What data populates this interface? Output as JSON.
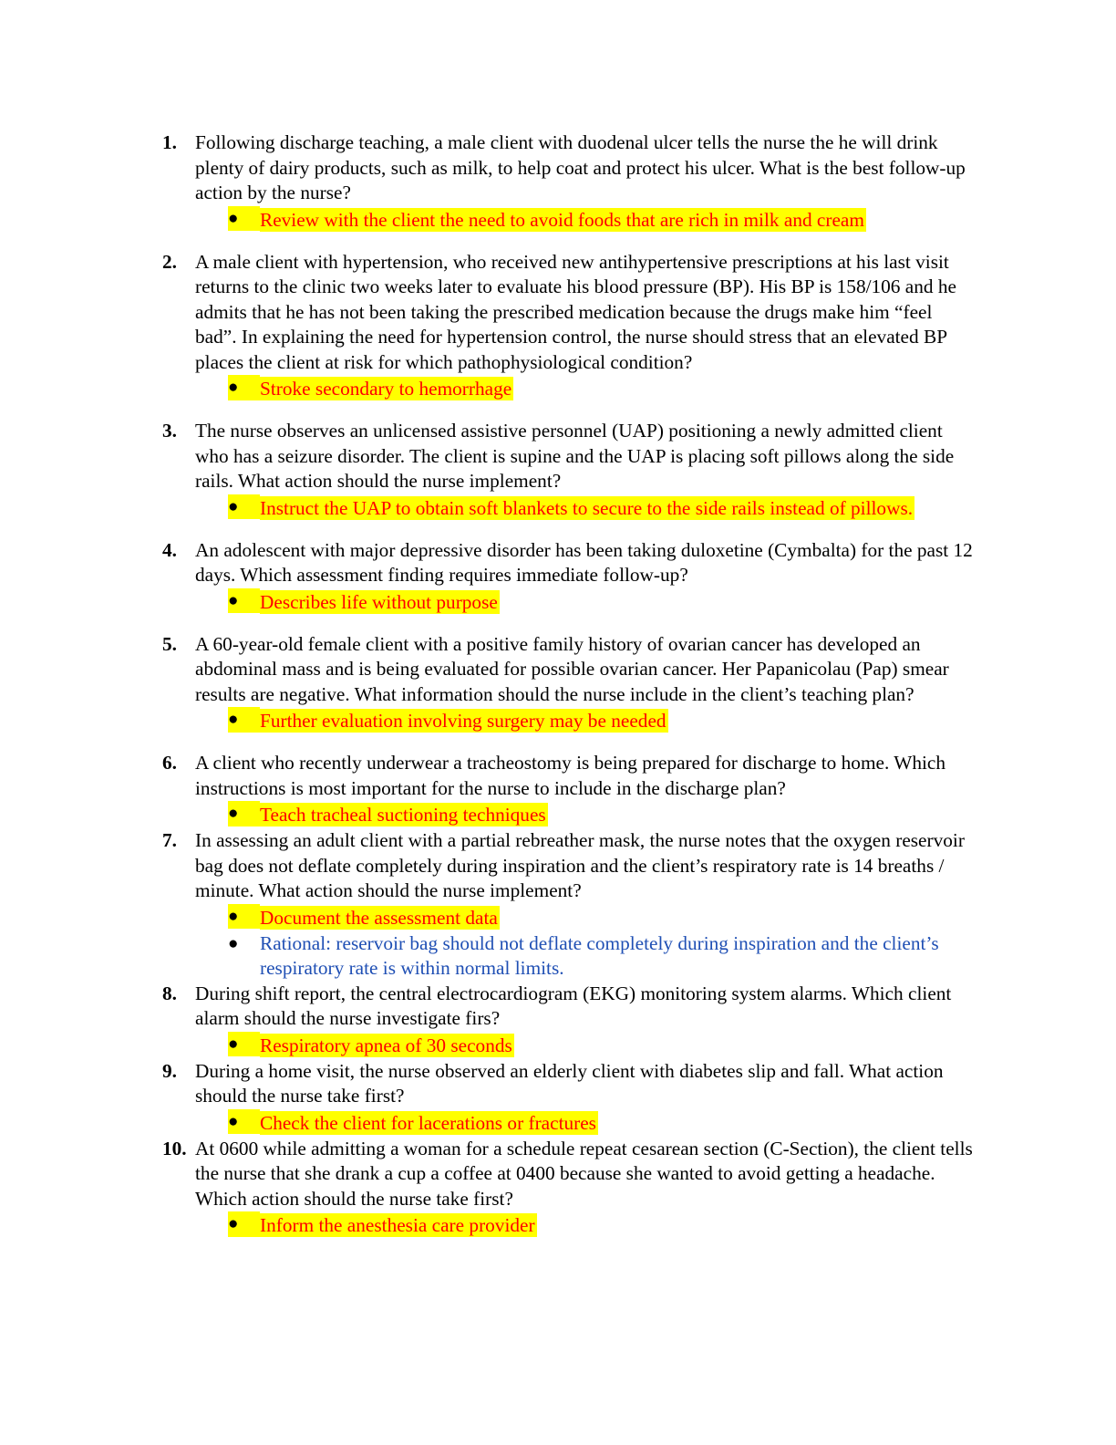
{
  "questions": [
    {
      "number": "1.",
      "text": "Following discharge teaching, a male client with duodenal ulcer tells the nurse the he will drink plenty of dairy products, such as milk, to help coat and protect his ulcer. What is the best follow-up action by the nurse?",
      "answers": [
        {
          "bullet": "●",
          "text": "Review with the client the need to avoid foods that are rich in milk and cream",
          "style": "highlight"
        }
      ]
    },
    {
      "number": "2.",
      "text": "A male client with hypertension, who received new antihypertensive prescriptions at his last visit returns to the clinic two weeks later to evaluate his blood pressure (BP). His BP is 158/106 and he admits that he has not been taking the prescribed medication because the drugs make him “feel bad”. In explaining the need for hypertension control, the nurse should stress that an elevated BP places the client at risk for which pathophysiological condition?",
      "answers": [
        {
          "bullet": "●",
          "text": "Stroke secondary to hemorrhage",
          "style": "highlight"
        }
      ]
    },
    {
      "number": "3.",
      "text": "The nurse observes an unlicensed assistive personnel (UAP) positioning a newly admitted client who has a seizure disorder. The client is supine and the UAP is placing soft pillows along the side rails. What action should the nurse implement?",
      "answers": [
        {
          "bullet": "●",
          "text": "Instruct the UAP to obtain soft blankets to secure to the side rails instead of pillows.",
          "style": "highlight"
        }
      ]
    },
    {
      "number": "4.",
      "text": "An adolescent with major depressive disorder has been taking duloxetine (Cymbalta) for the past 12 days. Which assessment finding requires immediate follow-up?",
      "answers": [
        {
          "bullet": "●",
          "text": "Describes life without purpose",
          "style": "highlight"
        }
      ]
    },
    {
      "number": "5.",
      "text": "A 60-year-old female client with a positive family history of ovarian cancer has developed an abdominal mass and is being evaluated for possible ovarian cancer. Her Papanicolau (Pap) smear results are negative. What information should the nurse include in the client’s teaching plan?",
      "answers": [
        {
          "bullet": "●",
          "text": "Further evaluation involving surgery may be needed",
          "style": "highlight"
        }
      ]
    },
    {
      "number": "6.",
      "text": "A client who recently underwear a tracheostomy is being prepared for discharge to home. Which instructions is most important for the nurse to include in the discharge plan?",
      "answers": [
        {
          "bullet": "●",
          "text": "Teach tracheal suctioning techniques",
          "style": "highlight"
        }
      ]
    },
    {
      "number": "7.",
      "text": "In assessing an adult client with a partial rebreather mask, the nurse notes that the oxygen reservoir bag does not deflate completely during inspiration and the client’s respiratory rate is 14 breaths / minute. What action should the nurse implement?",
      "answers": [
        {
          "bullet": "●",
          "text": "Document the assessment data",
          "style": "highlight"
        },
        {
          "bullet": "●",
          "text": "Rational: reservoir bag should not deflate completely during inspiration and the client’s respiratory rate is within normal limits.",
          "style": "rational"
        }
      ]
    },
    {
      "number": "8.",
      "text": "During shift report, the central electrocardiogram (EKG) monitoring system alarms. Which client alarm should the nurse investigate firs?",
      "answers": [
        {
          "bullet": "●",
          "text": "Respiratory apnea of 30 seconds",
          "style": "highlight"
        }
      ]
    },
    {
      "number": "9.",
      "text": "During a home visit, the nurse observed an elderly client with diabetes slip and fall. What action should the nurse take first?",
      "answers": [
        {
          "bullet": "●",
          "text": "Check the client for lacerations or fractures",
          "style": "highlight"
        }
      ]
    },
    {
      "number": "10.",
      "text": "At 0600 while admitting a woman for a schedule repeat cesarean section (C-Section), the client tells the nurse that she drank a cup a coffee at 0400 because she wanted to avoid getting a headache. Which action should the nurse take first?",
      "answers": [
        {
          "bullet": "●",
          "text": "Inform the anesthesia care provider",
          "style": "highlight"
        }
      ]
    }
  ]
}
